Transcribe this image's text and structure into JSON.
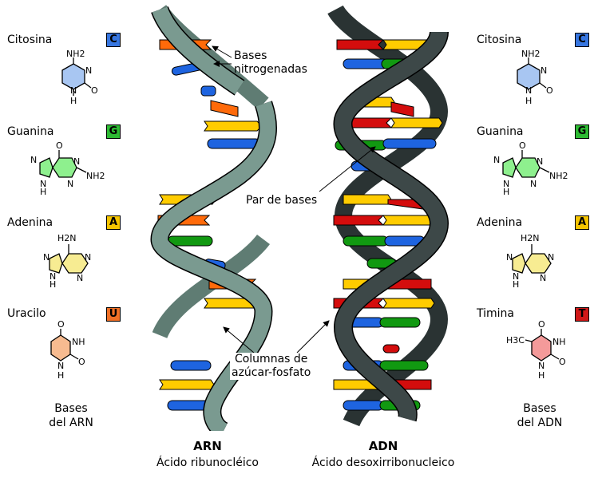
{
  "rna_bases": [
    {
      "name": "Citosina",
      "letter": "C",
      "color": "#3776e0",
      "ring": "#a8c6f2",
      "atoms": [
        "NH2",
        "N",
        "N",
        "H",
        "O"
      ]
    },
    {
      "name": "Guanina",
      "letter": "G",
      "color": "#2dbb33",
      "ring": "#8ef08e",
      "atoms": [
        "O",
        "N",
        "N",
        "NH2",
        "N",
        "N",
        "H"
      ]
    },
    {
      "name": "Adenina",
      "letter": "A",
      "color": "#f4c400",
      "ring": "#f7ec92",
      "atoms": [
        "H2N",
        "N",
        "N",
        "N",
        "N",
        "H"
      ]
    },
    {
      "name": "Uracilo",
      "letter": "U",
      "color": "#f07026",
      "ring": "#f7bb90",
      "atoms": [
        "O",
        "NH",
        "N",
        "H",
        "O"
      ]
    }
  ],
  "dna_bases": [
    {
      "name": "Citosina",
      "letter": "C",
      "color": "#3776e0",
      "ring": "#a8c6f2",
      "atoms": [
        "NH2",
        "N",
        "N",
        "H",
        "O"
      ]
    },
    {
      "name": "Guanina",
      "letter": "G",
      "color": "#2dbb33",
      "ring": "#8ef08e",
      "atoms": [
        "O",
        "N",
        "N",
        "NH2",
        "N",
        "N",
        "H"
      ]
    },
    {
      "name": "Adenina",
      "letter": "A",
      "color": "#f4c400",
      "ring": "#f7ec92",
      "atoms": [
        "H2N",
        "N",
        "N",
        "N",
        "N",
        "H"
      ]
    },
    {
      "name": "Timina",
      "letter": "T",
      "color": "#d11818",
      "ring": "#f49a9a",
      "atoms": [
        "O",
        "H3C",
        "NH",
        "N",
        "H",
        "O"
      ]
    }
  ],
  "captions": {
    "rna_left": [
      "Bases",
      "del ARN"
    ],
    "dna_right": [
      "Bases",
      "del ADN"
    ]
  },
  "annotations": {
    "bases_nitrogenadas": [
      "Bases",
      "nitrogenadas"
    ],
    "par_de_bases": "Par de bases",
    "columnas": [
      "Columnas de",
      "azúcar-fosfato"
    ]
  },
  "titles": {
    "rna": {
      "title": "ARN",
      "subtitle": "Ácido ribunocléico"
    },
    "dna": {
      "title": "ADN",
      "subtitle": "Ácido desoxirribonucleico"
    }
  },
  "colors": {
    "rna_backbone": "#7a9a90",
    "dna_backbone": "#3d4848",
    "cytosine": "#1e64e0",
    "guanine": "#119911",
    "adenine": "#ffcc00",
    "uracil": "#ff6a0a",
    "thymine": "#d40d0d"
  }
}
